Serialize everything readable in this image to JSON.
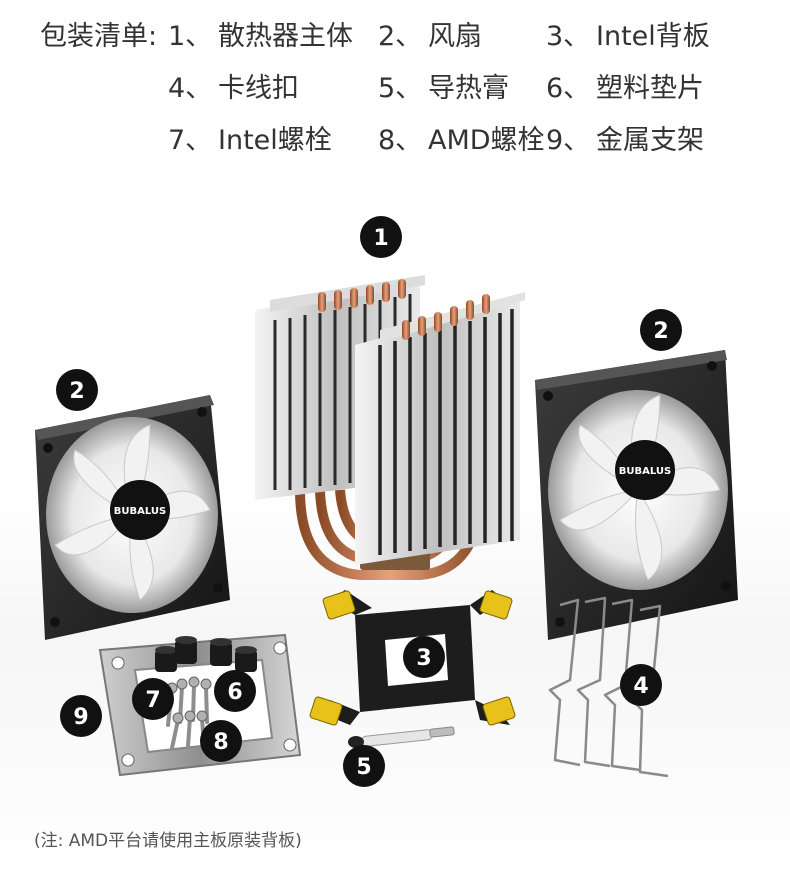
{
  "packing_list": {
    "title": "包装清单:",
    "items": [
      {
        "number": "1、",
        "name": "散热器主体"
      },
      {
        "number": "2、",
        "name": "风扇"
      },
      {
        "number": "3、",
        "name": "Intel背板"
      },
      {
        "number": "4、",
        "name": "卡线扣"
      },
      {
        "number": "5、",
        "name": "导热膏"
      },
      {
        "number": "6、",
        "name": "塑料垫片"
      },
      {
        "number": "7、",
        "name": "Intel螺栓"
      },
      {
        "number": "8、",
        "name": "AMD螺栓"
      },
      {
        "number": "9、",
        "name": "金属支架"
      }
    ]
  },
  "badges": {
    "heatsink": "1",
    "fan_left": "2",
    "fan_right": "2",
    "bracket": "3",
    "clips": "4",
    "paste": "5",
    "spacers": "6",
    "intel_screws": "7",
    "amd_screws": "8",
    "metal_frame": "9"
  },
  "fan_logo": "BUBALUS",
  "note": "(注: AMD平台请使用主板原装背板)",
  "colors": {
    "text": "#333333",
    "badge": "#111111",
    "copper": "#c9784a",
    "bracket_yellow": "#e8c21a"
  }
}
